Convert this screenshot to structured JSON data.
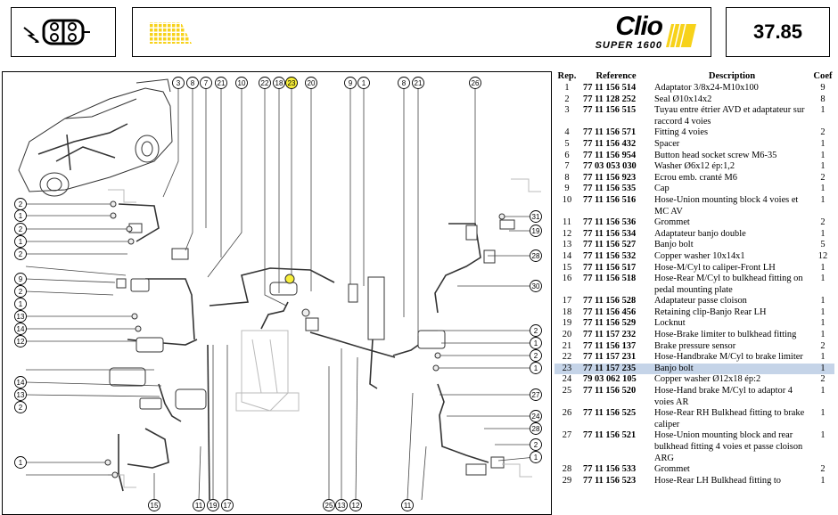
{
  "header": {
    "brand_name": "Clio",
    "brand_sub": "SUPER 1600",
    "page_number": "37.85",
    "accent_color": "#f7d21a"
  },
  "diagram": {
    "callouts_top": [
      "3",
      "8",
      "7",
      "21",
      "10",
      "22",
      "18",
      "23",
      "20",
      "9",
      "1",
      "8",
      "21",
      "26"
    ],
    "callouts_left": [
      "2",
      "1",
      "2",
      "1",
      "2",
      "9",
      "2",
      "1",
      "13",
      "14",
      "12",
      "14",
      "13",
      "2",
      "1"
    ],
    "callouts_right": [
      "31",
      "19",
      "28",
      "30",
      "2",
      "1",
      "2",
      "1",
      "27",
      "24",
      "28",
      "2",
      "1"
    ],
    "callouts_bottom": [
      "15",
      "11",
      "19",
      "17",
      "25",
      "13",
      "12",
      "11"
    ],
    "highlighted_callout": "23",
    "highlight_color": "#f7ee3a"
  },
  "table": {
    "headers": {
      "rep": "Rep.",
      "reference": "Reference",
      "description": "Description",
      "coef": "Coef"
    },
    "rows": [
      {
        "rep": "1",
        "ref": "77 11 156 514",
        "desc": "Adaptator 3/8x24-M10x100",
        "coef": "9"
      },
      {
        "rep": "2",
        "ref": "77 11 128 252",
        "desc": "Seal Ø10x14x2",
        "coef": "8"
      },
      {
        "rep": "3",
        "ref": "77 11 156 515",
        "desc": "Tuyau entre étrier AVD et adaptateur sur raccord 4 voies",
        "coef": "1"
      },
      {
        "rep": "4",
        "ref": "77 11 156 571",
        "desc": "Fitting 4 voies",
        "coef": "2"
      },
      {
        "rep": "5",
        "ref": "77 11 156 432",
        "desc": "Spacer",
        "coef": "1"
      },
      {
        "rep": "6",
        "ref": "77 11 156 954",
        "desc": "Button head socket screw M6-35",
        "coef": "1"
      },
      {
        "rep": "7",
        "ref": "77 03 053 030",
        "desc": "Washer Ø6x12 ép:1,2",
        "coef": "1"
      },
      {
        "rep": "8",
        "ref": "77 11 156 923",
        "desc": "Ecrou emb. cranté M6",
        "coef": "2"
      },
      {
        "rep": "9",
        "ref": "77 11 156 535",
        "desc": "Cap",
        "coef": "1"
      },
      {
        "rep": "10",
        "ref": "77 11 156 516",
        "desc": "Hose-Union mounting block 4 voies et MC AV",
        "coef": "1"
      },
      {
        "rep": "11",
        "ref": "77 11 156 536",
        "desc": "Grommet",
        "coef": "2"
      },
      {
        "rep": "12",
        "ref": "77 11 156 534",
        "desc": "Adaptateur banjo double",
        "coef": "1"
      },
      {
        "rep": "13",
        "ref": "77 11 156 527",
        "desc": "Banjo bolt",
        "coef": "5"
      },
      {
        "rep": "14",
        "ref": "77 11 156 532",
        "desc": "Copper washer 10x14x1",
        "coef": "12"
      },
      {
        "rep": "15",
        "ref": "77 11 156 517",
        "desc": "Hose-M/Cyl to caliper-Front LH",
        "coef": "1"
      },
      {
        "rep": "16",
        "ref": "77 11 156 518",
        "desc": "Hose-Rear M/Cyl to bulkhead fitting on pedal mounting plate",
        "coef": "1"
      },
      {
        "rep": "17",
        "ref": "77 11 156 528",
        "desc": "Adaptateur passe cloison",
        "coef": "1"
      },
      {
        "rep": "18",
        "ref": "77 11 156 456",
        "desc": "Retaining clip-Banjo Rear LH",
        "coef": "1"
      },
      {
        "rep": "19",
        "ref": "77 11 156 529",
        "desc": "Locknut",
        "coef": "1"
      },
      {
        "rep": "20",
        "ref": "77 11 157 232",
        "desc": "Hose-Brake limiter to bulkhead fitting",
        "coef": "1"
      },
      {
        "rep": "21",
        "ref": "77 11 156 137",
        "desc": "Brake pressure sensor",
        "coef": "2"
      },
      {
        "rep": "22",
        "ref": "77 11 157 231",
        "desc": "Hose-Handbrake M/Cyl to brake limiter",
        "coef": "1"
      },
      {
        "rep": "23",
        "ref": "77 11 157 235",
        "desc": "Banjo bolt",
        "coef": "1",
        "highlight": true
      },
      {
        "rep": "24",
        "ref": "79 03 062 105",
        "desc": "Copper washer Ø12x18 ép:2",
        "coef": "2"
      },
      {
        "rep": "25",
        "ref": "77 11 156 520",
        "desc": "Hose-Hand brake M/Cyl to adaptor 4 voies AR",
        "coef": "1"
      },
      {
        "rep": "26",
        "ref": "77 11 156 525",
        "desc": "Hose-Rear RH Bulkhead fitting to brake caliper",
        "coef": "1"
      },
      {
        "rep": "27",
        "ref": "77 11 156 521",
        "desc": "Hose-Union mounting block and rear bulkhead fitting 4 voies et passe cloison ARG",
        "coef": "1"
      },
      {
        "rep": "28",
        "ref": "77 11 156 533",
        "desc": "Grommet",
        "coef": "2"
      },
      {
        "rep": "29",
        "ref": "77 11 156 523",
        "desc": "Hose-Rear LH Bulkhead fitting to",
        "coef": "1"
      }
    ]
  }
}
